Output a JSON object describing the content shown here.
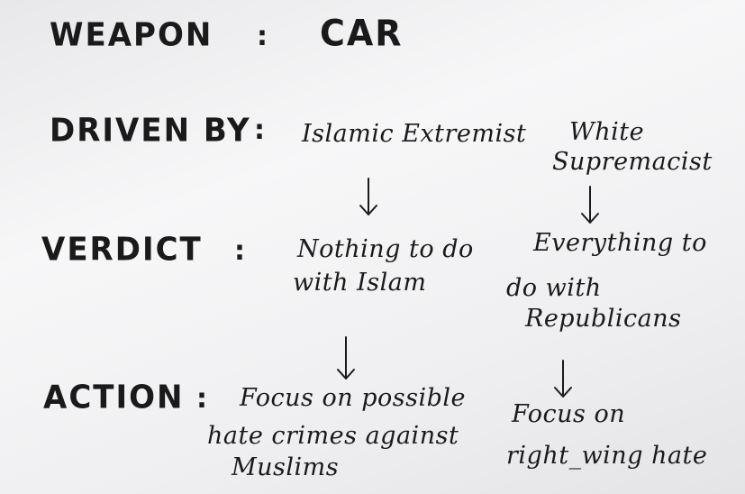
{
  "rows": {
    "weapon": {
      "label": "WEAPON",
      "colon": ":",
      "value": "CAR"
    },
    "driven_by": {
      "label": "DRIVEN BY",
      "colon": ":",
      "left": "Islamic Extremist",
      "right_line1": "White",
      "right_line2": "Supremacist"
    },
    "verdict": {
      "label": "VERDICT",
      "colon": ":",
      "left_line1": "Nothing to do",
      "left_line2": "with Islam",
      "right_line1": "Everything to",
      "right_line2": "do with",
      "right_line3": "Republicans"
    },
    "action": {
      "label": "ACTION",
      "colon": ":",
      "left_line1": "Focus on possible",
      "left_line2": "hate crimes against",
      "left_line3": "Muslims",
      "right_line1": "Focus on",
      "right_line2": "right_wing hate"
    }
  },
  "colors": {
    "ink": "#1a1a1a",
    "paper": "#f4f4f5"
  }
}
